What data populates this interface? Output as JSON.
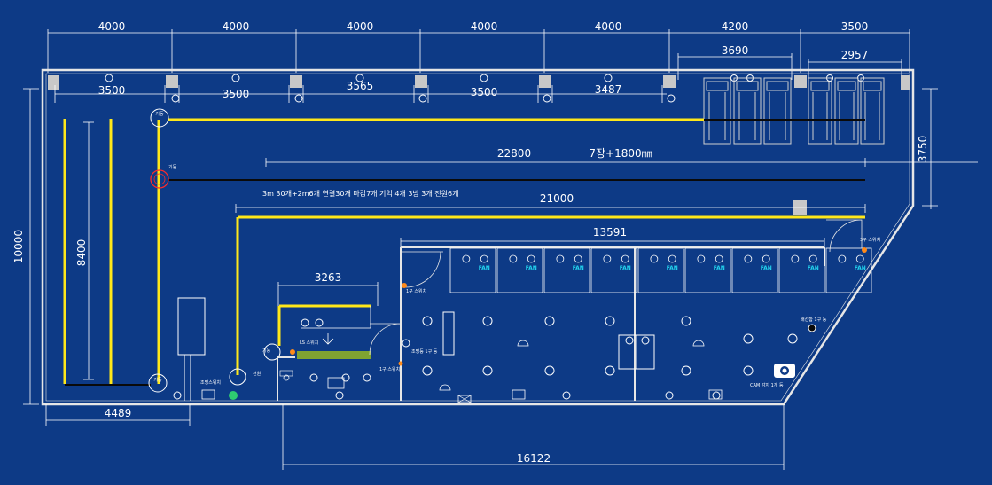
{
  "top_dims_outer": [
    "4000",
    "4000",
    "4000",
    "4000",
    "4000",
    "4200",
    "3500"
  ],
  "top_dims_inner": [
    "3500",
    "3500",
    "3565",
    "3500",
    "3487"
  ],
  "dim_3690": "3690",
  "dim_2957": "2957",
  "dim_22800": "22800",
  "dim_22800_note": "7장+1800㎜",
  "dim_21000": "21000",
  "dim_13591": "13591",
  "dim_3263": "3263",
  "dim_10000": "10000",
  "dim_8400": "8400",
  "dim_3750": "3750",
  "dim_4489": "4489",
  "dim_16122": "16122",
  "note_main": "3m 30개+2m6개     연결30개 마감7개 기억 4개 3방 3개 전원6개",
  "fan_label": "FAN",
  "fan_count": 9,
  "labels": {
    "l1": "기둥",
    "l2": "전원",
    "l3": "LS 스위치",
    "l4": "조명스위치",
    "l5": "1구 스위치",
    "l6": "조명등 1구 등",
    "l7": "3구 스위치",
    "l8": "배선함 1구 등",
    "l9": "CAM 감지 1개 등"
  },
  "colors": {
    "background": "#0d3a86",
    "line": "#ffffff",
    "track": "#ffe81a",
    "highlight": "#7fa332",
    "accent": "#ff8a1a",
    "alert": "#ff2a2a"
  }
}
